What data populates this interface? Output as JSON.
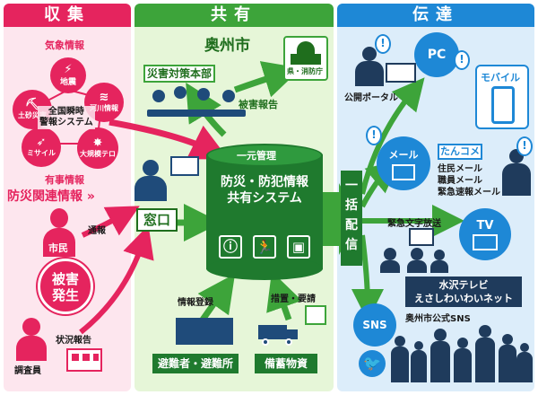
{
  "panels": {
    "collect": "収集",
    "share": "共有",
    "deliver": "伝達"
  },
  "collect": {
    "weather_label": "気象情報",
    "warning_system": [
      "全国瞬時",
      "警報システム"
    ],
    "dots": {
      "earthquake": "地震",
      "landslide": "土砂災害",
      "river": "河川情報",
      "missile": "ミサイル",
      "terror": "大規模テロ"
    },
    "emergency_label": "有事情報",
    "disaster_info": "防災関連情報",
    "disaster_info_arrows": "»",
    "report_label": "通報",
    "citizen_label": "市民",
    "damage": [
      "被害",
      "発生"
    ],
    "status_report": "状況報告",
    "surveyor": "調査員"
  },
  "share": {
    "city": "奥州市",
    "hq": "災害対策本部",
    "pref_fire": "県・消防庁",
    "damage_report": "被害報告",
    "window": "窓口",
    "unified": "一元管理",
    "system": [
      "防災・防犯情報",
      "共有システム"
    ],
    "info_register": "情報登録",
    "measures": "措置・要請",
    "shelter": "避難者・避難所",
    "stockpile": "備蓄物資"
  },
  "deliver": {
    "bulk": [
      "一",
      "括",
      "配",
      "信"
    ],
    "pc": "PC",
    "portal": "公開ポータル",
    "mobile": "モバイル",
    "mail": "メール",
    "tancome": "たんコメ",
    "mail_types": [
      "住民メール",
      "職員メール",
      "緊急速報メール"
    ],
    "emergency_text": "緊急文字放送",
    "tv": "TV",
    "tv_station": [
      "水沢テレビ",
      "えさしわいわいネット"
    ],
    "sns": "SNS",
    "sns_official": "奥州市公式SNS"
  },
  "colors": {
    "pink": "#e5245e",
    "green": "#3da43a",
    "blue": "#1e88d6",
    "dark": "#1f3b5c"
  }
}
